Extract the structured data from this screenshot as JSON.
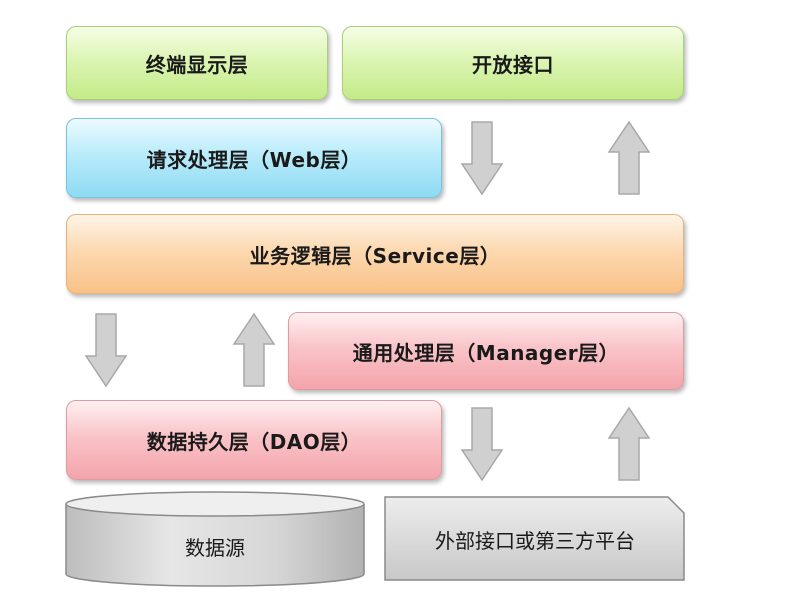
{
  "layers": {
    "terminal": "终端显示层",
    "open_api": "开放接口",
    "web": "请求处理层（Web层）",
    "service": "业务逻辑层（Service层）",
    "manager": "通用处理层（Manager层）",
    "dao": "数据持久层（DAO层）",
    "datasource": "数据源",
    "external": "外部接口或第三方平台"
  },
  "colors": {
    "green": "#d4f0a8",
    "blue": "#a9e4f8",
    "orange": "#fbcd9c",
    "pink": "#f7b4ba",
    "gray": "#d6d6d6",
    "arrow": "#d0d0d0"
  }
}
